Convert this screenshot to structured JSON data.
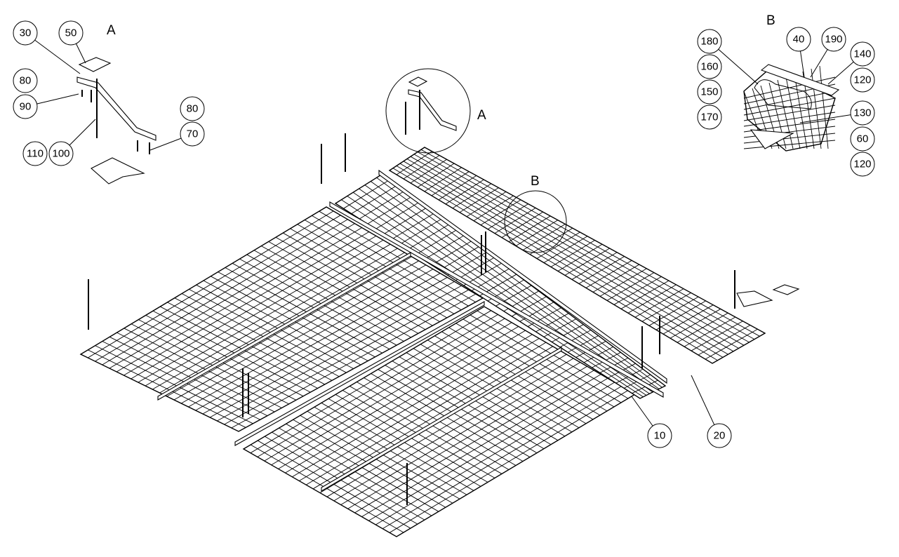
{
  "drawing": {
    "view_labels": {
      "detail_a_top": "A",
      "detail_a_main": "A",
      "detail_b_main": "B",
      "detail_b_top": "B"
    },
    "detail_a_balloons": [
      "30",
      "50",
      "80",
      "90",
      "110",
      "100",
      "80",
      "70"
    ],
    "detail_b_balloons": [
      "180",
      "40",
      "190",
      "140",
      "120",
      "160",
      "150",
      "170",
      "130",
      "60",
      "120"
    ],
    "main_balloons": [
      "10",
      "20"
    ]
  }
}
